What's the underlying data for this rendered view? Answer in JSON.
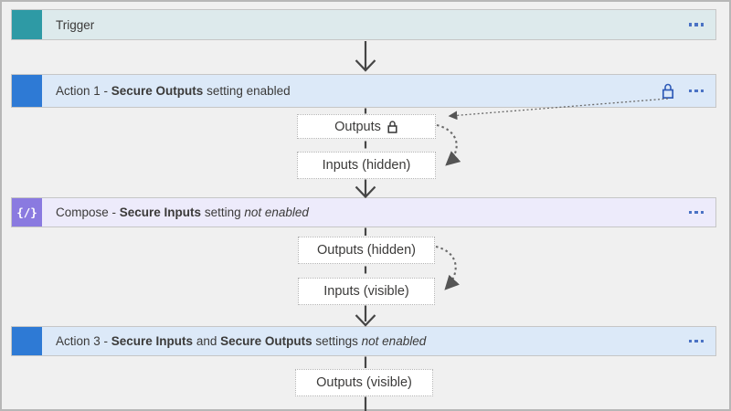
{
  "colors": {
    "canvas_bg": "#f0f0f0",
    "canvas_border": "#b7b7b7",
    "trigger_accent": "#2e9aa5",
    "trigger_bar_bg": "#ddeaec",
    "action_accent": "#2e7ad5",
    "action_bar_bg": "#dce9f8",
    "compose_accent": "#8a7ae0",
    "compose_bar_bg": "#edebfb",
    "ellipsis_blue": "#4a72c4",
    "lock_blue": "#2f5bb7",
    "connector_dark": "#454545",
    "dotted_arrow_gray": "#6a6a6a",
    "io_box_border": "#b3b3b3",
    "text": "#3b3a39"
  },
  "nodes": {
    "trigger": {
      "label": "Trigger"
    },
    "action1": {
      "part1": "Action 1 - ",
      "part2": "Secure Outputs",
      "part3": " setting enabled"
    },
    "compose": {
      "icon_glyph": "{/}",
      "part1": "Compose - ",
      "part2": "Secure Inputs",
      "part3": " setting ",
      "part4": "not enabled"
    },
    "action3": {
      "part1": "Action 3 - ",
      "part2": "Secure Inputs",
      "part3": " and ",
      "part4": "Secure Outputs",
      "part5": " settings ",
      "part6": "not enabled"
    }
  },
  "io_boxes": {
    "outputs_locked": "Outputs",
    "inputs_hidden": "Inputs (hidden)",
    "outputs_hidden": "Outputs (hidden)",
    "inputs_visible": "Inputs (visible)",
    "outputs_visible": "Outputs (visible)"
  }
}
